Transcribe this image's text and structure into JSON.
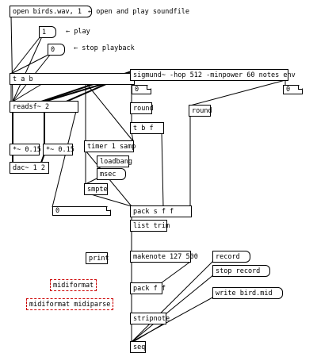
{
  "comments": {
    "open_play": "← open and play soundfile",
    "play": "← play",
    "stop": "← stop playback"
  },
  "messages": {
    "open": "open birds.wav, 1",
    "one": "1",
    "zero": "0",
    "record": "record",
    "stop_record": "stop record",
    "write": "write bird.mid"
  },
  "objects": {
    "tab": "t a b",
    "readsf": "readsf~ 2",
    "mul_l": "*~ 0.15",
    "mul_r": "*~ 0.15",
    "dac": "dac~ 1 2",
    "sigmund": "sigmund~ -hop 512 -minpower 60 notes env",
    "round1": "round",
    "round2": "round",
    "tbf": "t b f",
    "timer": "timer 1 samp",
    "loadbang": "loadbang",
    "msec": "msec",
    "smpte": "smpte",
    "packsff": "pack s f f",
    "listtrim": "list trim",
    "print": "print",
    "makenote": "makenote 127 500",
    "packff": "pack f f",
    "stripnote": "stripnote",
    "seq": "seq"
  },
  "broken_objects": {
    "midiformat": "midiformat",
    "midiformat_parse": "midiformat midiparse"
  },
  "number_boxes": {
    "sig_out_1": "0",
    "sig_out_2": "0",
    "timer_out": "0"
  }
}
